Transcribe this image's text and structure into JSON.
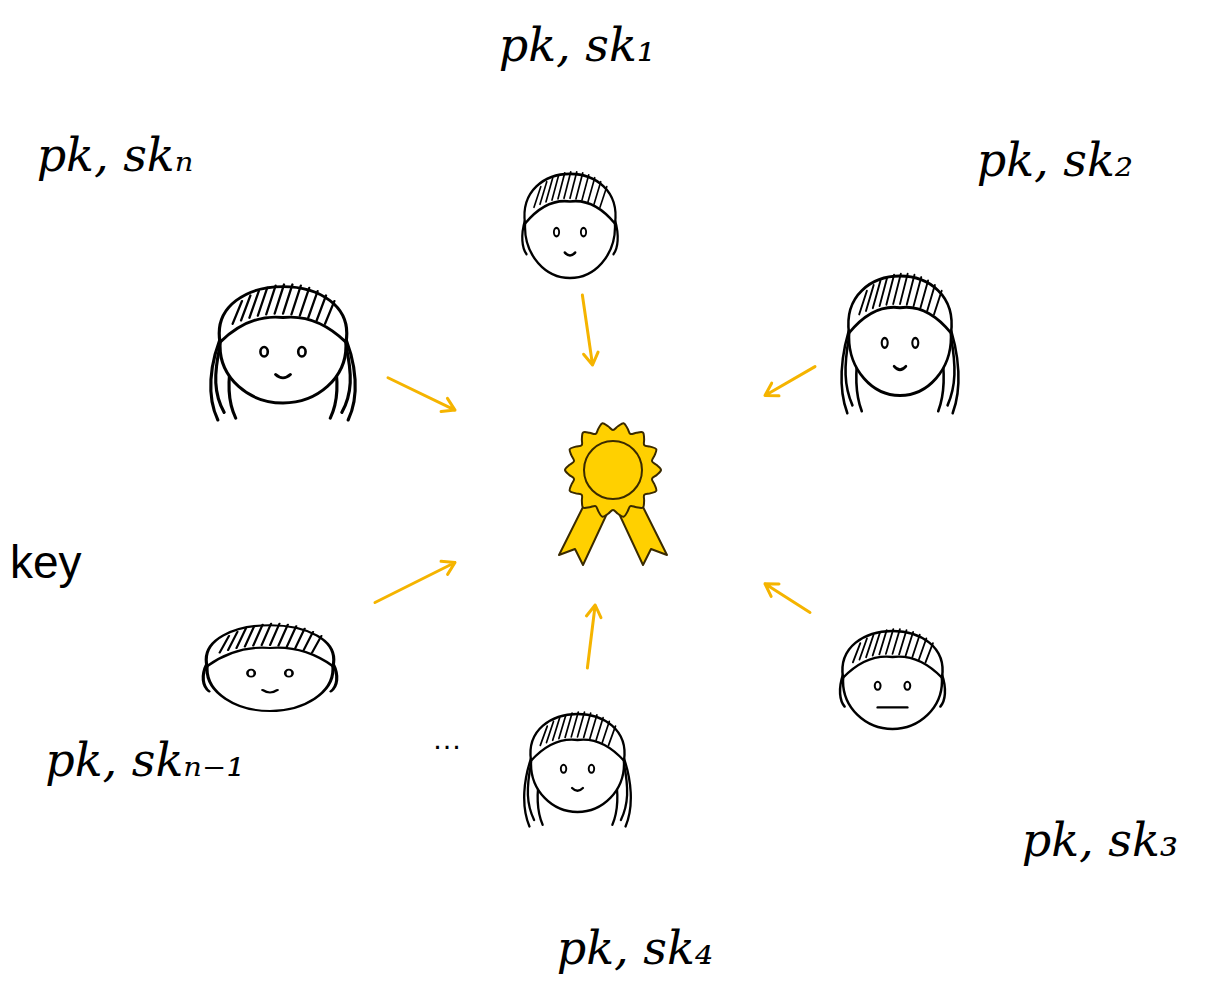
{
  "diagram": {
    "nodes": [
      {
        "text": [
          "pk, sk₁"
        ]
      },
      {
        "text": [
          "pk, sk₂"
        ]
      },
      {
        "text": [
          "pk, sk₃"
        ]
      },
      {
        "text": [
          "pk, sk₄"
        ]
      },
      {
        "text": [
          "pk, skₙ₋₁"
        ]
      },
      {
        "text": [
          "pk, skₙ"
        ]
      },
      {
        "text": []
      }
    ],
    "edges": [
      {
        "from": 0,
        "to": 6,
        "arrow": "to"
      },
      {
        "from": 1,
        "to": 6,
        "arrow": "to"
      },
      {
        "from": 2,
        "to": 6,
        "arrow": "to"
      },
      {
        "from": 3,
        "to": 6,
        "arrow": "to"
      },
      {
        "from": 4,
        "to": 6,
        "arrow": "to"
      },
      {
        "from": 5,
        "to": 6,
        "arrow": "to"
      }
    ],
    "labels": [
      "key",
      "…"
    ]
  }
}
